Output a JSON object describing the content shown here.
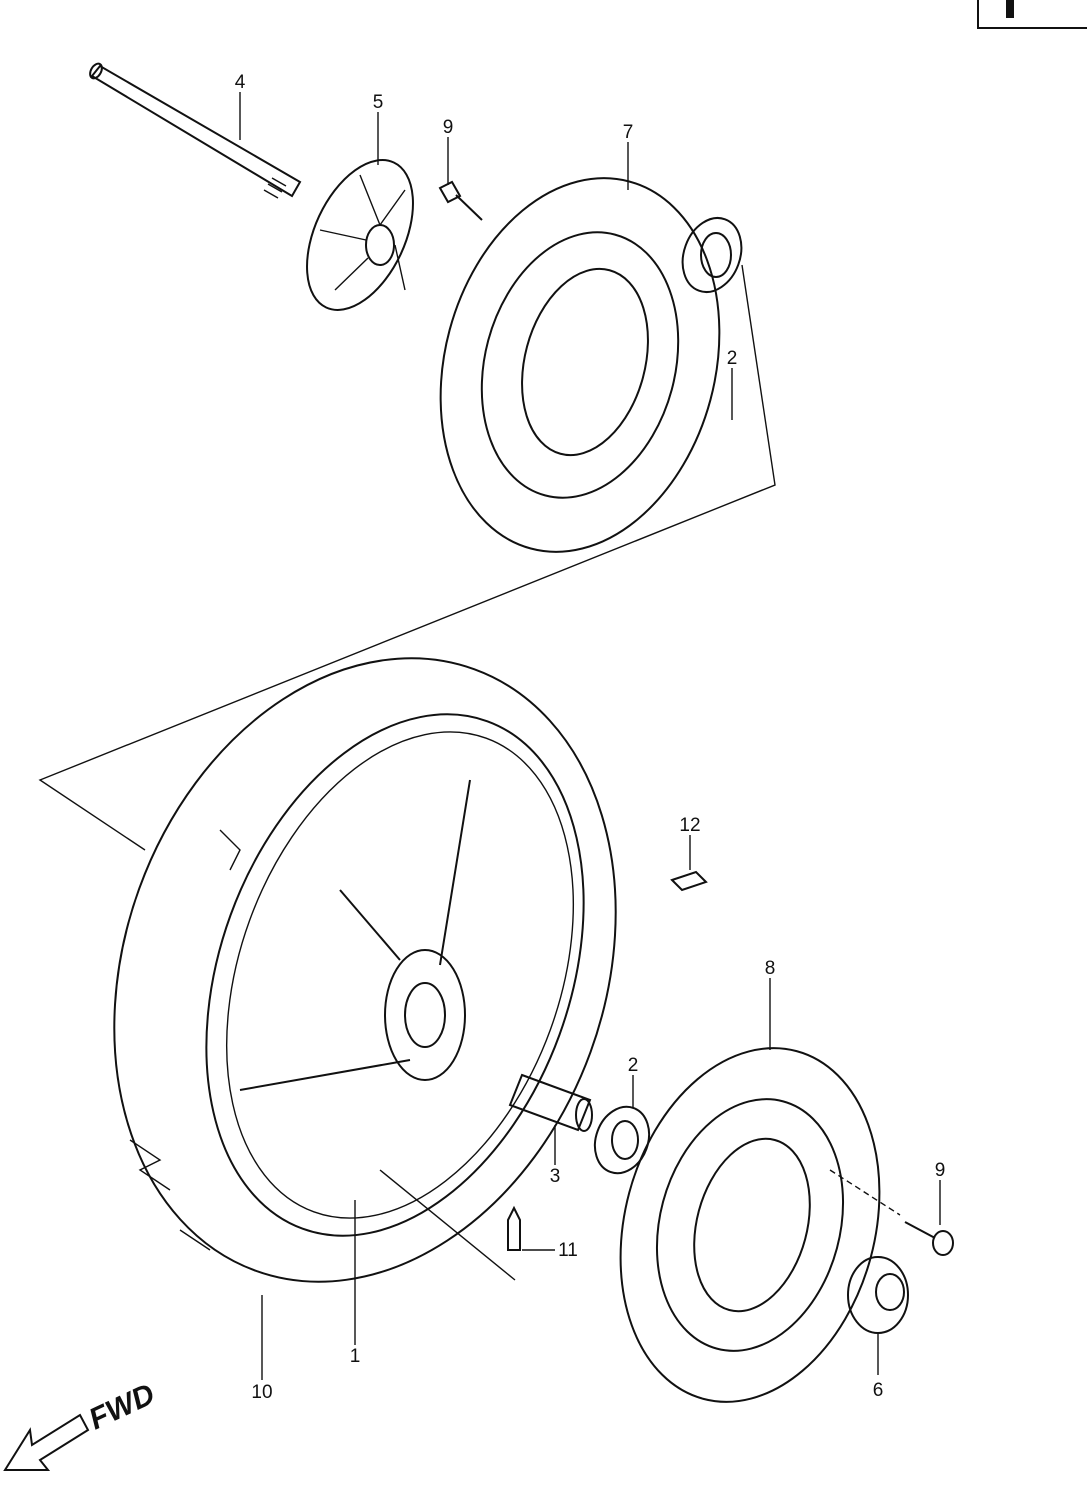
{
  "diagram": {
    "callouts": {
      "axle": "4",
      "spacer_top": "5",
      "bolt_top": "9",
      "disc_left": "7",
      "bearing_top": "2",
      "plug": "12",
      "disc_right": "8",
      "bearing_bottom": "2",
      "spacer": "3",
      "bolt_bottom": "9",
      "valve": "11",
      "wheel": "1",
      "tire": "10",
      "collar": "6"
    },
    "direction_label": "FWD"
  }
}
